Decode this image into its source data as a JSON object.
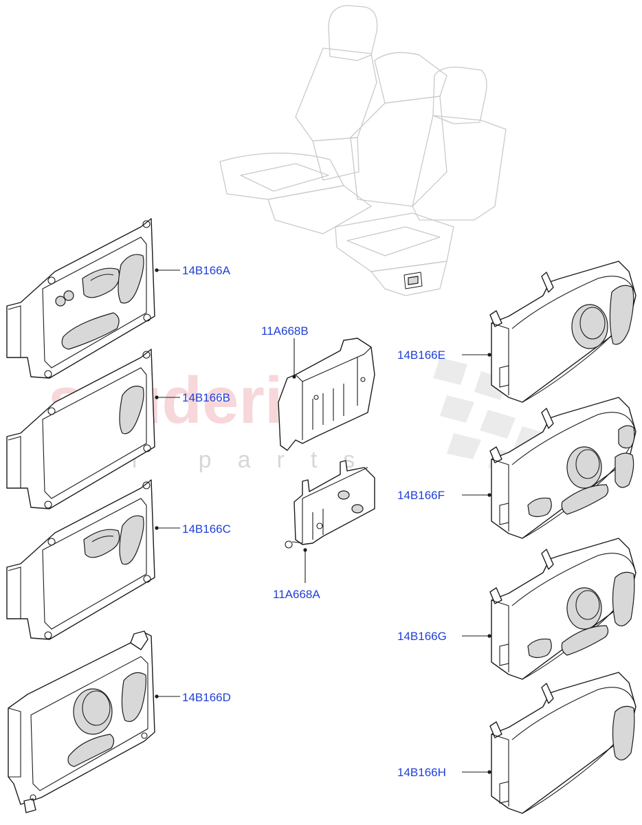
{
  "watermark": {
    "brand": "scuderia",
    "sub": "car parts"
  },
  "callouts": {
    "a": "14B166A",
    "b": "14B166B",
    "c": "14B166C",
    "d": "14B166D",
    "e": "14B166E",
    "f": "14B166F",
    "g": "14B166G",
    "h": "14B166H",
    "module_b": "11A668B",
    "module_a": "11A668A"
  },
  "colors": {
    "label": "#1f3fd8",
    "line": "#1a1a1a",
    "ghost_outline": "#c9c9c9",
    "watermark_red": "#f2b8bd",
    "watermark_grey": "#bdbdbd"
  }
}
